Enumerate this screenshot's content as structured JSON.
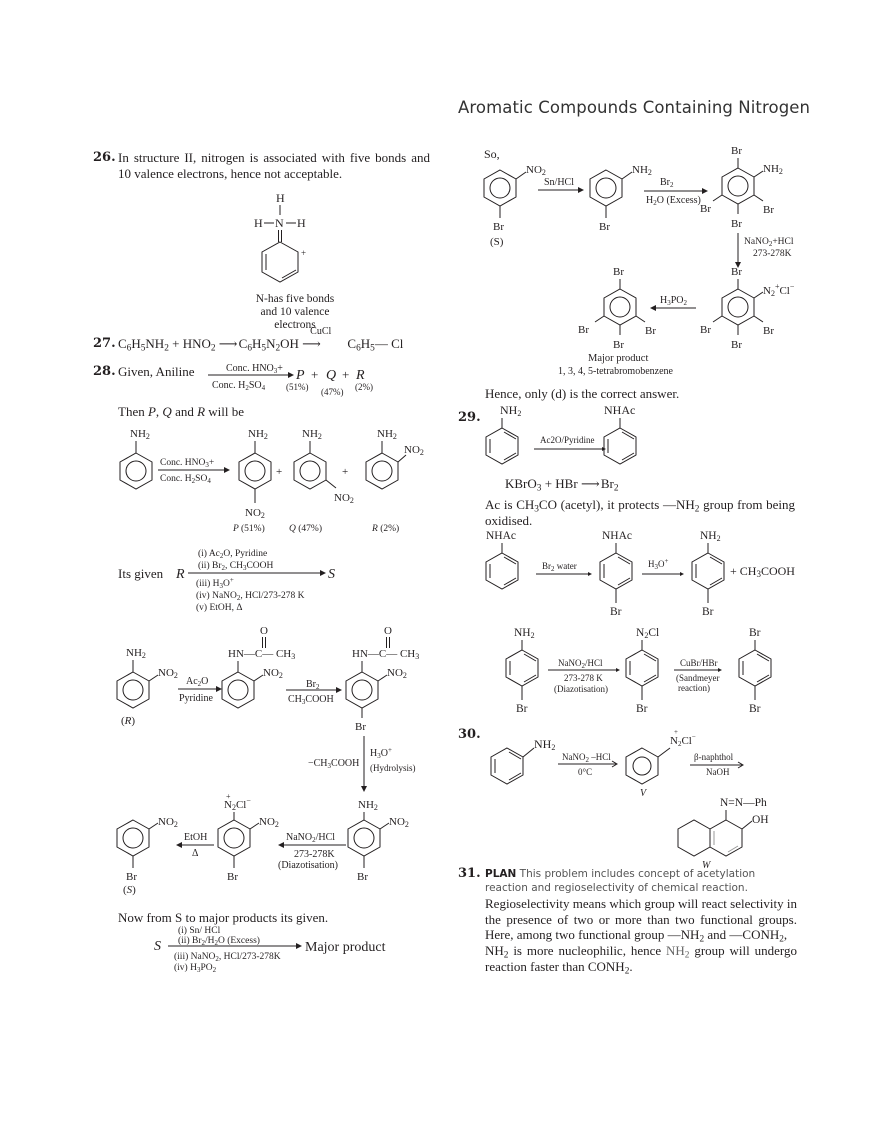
{
  "header": {
    "title": "Aromatic Compounds Containing Nitrogen"
  },
  "q26": {
    "number": "26.",
    "text": "In structure II, nitrogen is associated with five bonds and 10 valence electrons, hence not acceptable.",
    "structure_labels": {
      "h_top": "H",
      "h_left": "H",
      "n": "N",
      "h_right": "H",
      "charge": "+"
    },
    "caption_1": "N-has five bonds",
    "caption_2": "and 10 valence electrons"
  },
  "q27": {
    "number": "27.",
    "reactant_1": "C6H5NH2",
    "reactant_2": "HNO2",
    "intermediate": "C6H5N2OH",
    "reagent": "CuCl",
    "product": "C6H5—Cl"
  },
  "q28": {
    "number": "28.",
    "given": "Given, Aniline",
    "reagent_top": "Conc. HNO3+",
    "reagent_bottom": "Conc. H2SO4",
    "products": [
      {
        "label": "P",
        "pct": "(51%)"
      },
      {
        "label": "Q",
        "pct": "(47%)"
      },
      {
        "label": "R",
        "pct": "(2%)"
      }
    ],
    "then_text": "Then P, Q and R will be",
    "scheme": {
      "nh2": "NH2",
      "no2": "NO2",
      "reagent_top": "Conc. HNO3+",
      "reagent_bottom": "Conc. H2SO4",
      "plus": "+",
      "captions": [
        "P (51%)",
        "Q (47%)",
        "R (2%)"
      ]
    },
    "its_given": "Its given",
    "R": "R",
    "S": "S",
    "steps_top": [
      "(i) Ac2O, Pyridine",
      "(ii) Br2, CH3COOH"
    ],
    "steps_bottom": [
      "(iii) H3O+",
      "(iv) NaNO2, HCl/273-278 K",
      "(v) EtOH, Δ"
    ],
    "mechanism": {
      "acetyl_group": "HN—C—CH3",
      "oxygen": "O",
      "step1_top": "Ac2O",
      "step1_bottom": "Pyridine",
      "step2_top": "Br2",
      "step2_bottom": "CH3COOH",
      "br": "Br",
      "R_label": "(R)",
      "hydrolysis_left": "−CH3COOH",
      "hydrolysis_right_1": "H3O+",
      "hydrolysis_right_2": "(Hydrolysis)",
      "diazo_top": "NaNO2/HCl",
      "diazo_mid": "273-278K",
      "diazo_bottom": "(Diazotisation)",
      "diazonium": "N2Cl−",
      "etoh": "EtOH",
      "delta": "Δ",
      "S_label": "(S)"
    },
    "now_from": "Now from S to major products its given.",
    "final": {
      "S": "S",
      "top": [
        "(i) Sn/ HCl",
        "(ii) Br2/H2O (Excess)"
      ],
      "bottom": [
        "(iii) NaNO2, HCl/273-278K",
        "(iv) H3PO2"
      ],
      "product": "Major product"
    },
    "right_scheme": {
      "so": "So,",
      "sn_hcl": "Sn/HCl",
      "br2": "Br2",
      "h2o_excess": "H2O (Excess)",
      "nano2_hcl": "NaNO2+HCl",
      "temp": "273-278K",
      "h3po2": "H3PO2",
      "S_label": "(S)",
      "major_product": "Major product",
      "product_name": "1, 3, 4, 5-tetrabromobenzene"
    },
    "conclusion": "Hence, only (d) is the correct answer."
  },
  "q29": {
    "number": "29.",
    "nh2": "NH2",
    "nhac": "NHAc",
    "reagent": "Ac2O/Pyridine",
    "kbro3_eq": "KBrO3 + HBr ⟶ Br2",
    "explanation": "Ac is CH3CO (acetyl), it protects —NH2 group from being oxidised.",
    "scheme2": {
      "br2_water": "Br2 water",
      "h3o": "H3O+",
      "byproduct": "+ CH3COOH",
      "br": "Br"
    },
    "scheme3": {
      "n2cl": "N2Cl",
      "diazo_top": "NaNO2/HCl",
      "diazo_mid": "273-278 K",
      "diazo_bottom": "(Diazotisation)",
      "sand_top": "CuBr/HBr",
      "sand_mid": "(Sandmeyer",
      "sand_bottom": "reaction)"
    }
  },
  "q30": {
    "number": "30.",
    "nh2": "NH2",
    "reagent_top": "NaNO2 –HCl",
    "reagent_bottom": "0°C",
    "diazonium": "N2Cl−",
    "V": "V",
    "naphthol": "β-naphthol",
    "naoh": "NaOH",
    "azo": "N=N—Ph",
    "oh": "OH",
    "W": "W"
  },
  "q31": {
    "number": "31.",
    "plan_label": "PLAN",
    "plan_text": "This problem includes concept of acetylation reaction and regioselectivity of chemical reaction.",
    "para": "Regioselectivity means which group will react selectivity in the presence of two or more than two functional groups. Here, among two functional group —NH2 and —CONH2,",
    "para2": "NH2 is more nucleophilic, hence NH2 group will undergo reaction faster than CONH2."
  }
}
